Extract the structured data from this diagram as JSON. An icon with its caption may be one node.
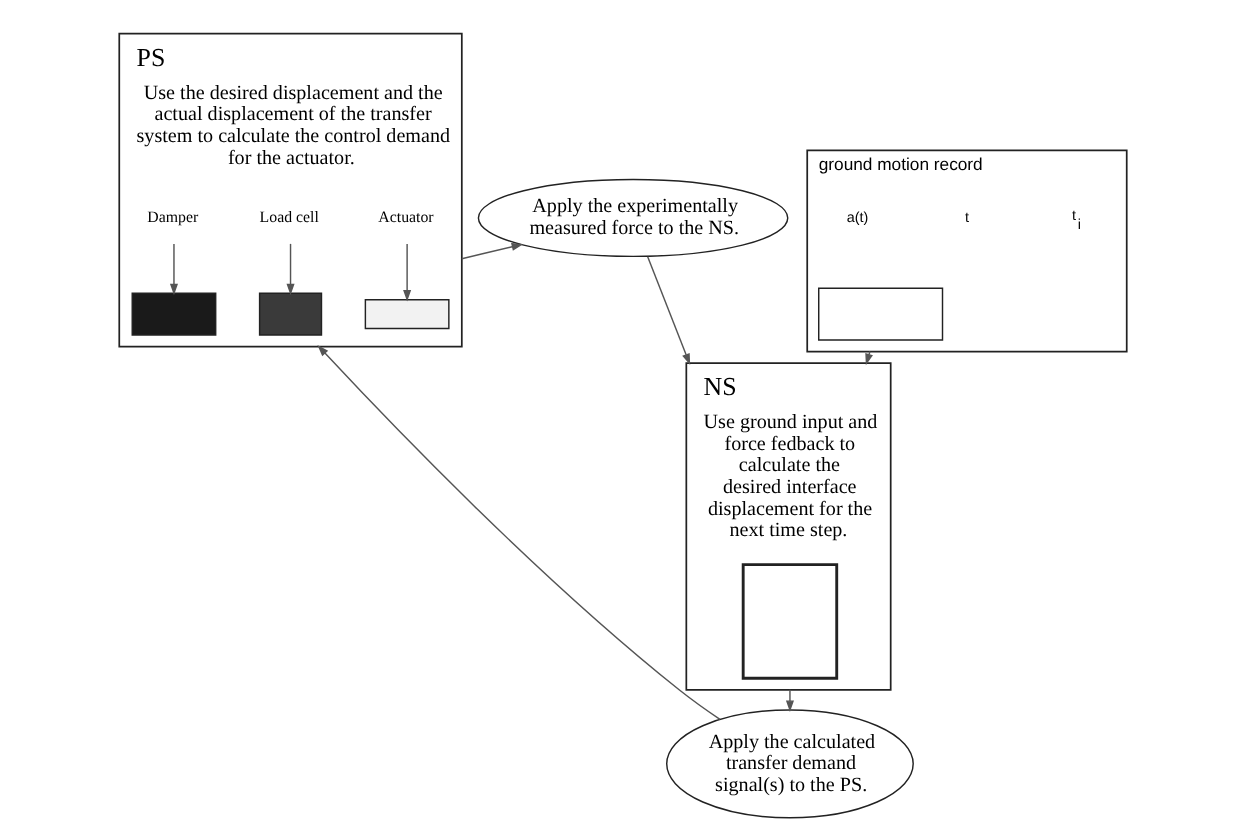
{
  "diagram": {
    "nodes": [
      {
        "text": [
          "Apply the experimentally measured force to the NS."
        ]
      },
      {
        "text": [
          "ground motion record"
        ]
      },
      {
        "text": [],
        "shape": "box",
        "in": 1
      },
      {
        "text": [
          "PS",
          "Use the desired displacement and the actual displacement of the transfer system to calculate the control demand for the actuator."
        ]
      },
      {
        "text": [
          "Damper"
        ],
        "in": 3
      },
      {
        "text": [
          "Load cell"
        ],
        "in": 3
      },
      {
        "text": [
          "Actuator"
        ],
        "in": 3
      },
      {
        "text": [],
        "shape": "box",
        "in": 3
      },
      {
        "text": [],
        "shape": "box",
        "in": 3
      },
      {
        "text": [],
        "shape": "box",
        "in": 3
      },
      {
        "text": [
          "NS",
          "Use ground input and force fedback to calculate the desired interface displacement for the next time step."
        ]
      },
      {
        "text": [],
        "shape": "box",
        "in": 10
      },
      {
        "text": [
          "Apply the calculated transfer demand signal(s) to the PS."
        ]
      }
    ],
    "edges": [
      {
        "from": 3,
        "to": 0,
        "arrow": "to"
      },
      {
        "from": 0,
        "to": 10,
        "arrow": "to"
      },
      {
        "from": 1,
        "to": 10,
        "arrow": "to"
      },
      {
        "from": 10,
        "to": 12,
        "arrow": "to"
      },
      {
        "from": 12,
        "to": 3,
        "arrow": "to"
      },
      {
        "from": 4,
        "to": 7,
        "arrow": "to"
      },
      {
        "from": 5,
        "to": 8,
        "arrow": "to"
      },
      {
        "from": 6,
        "to": 9,
        "arrow": "to"
      }
    ],
    "labels": [
      "a(t)",
      "t",
      "t$_{i}$"
    ]
  }
}
